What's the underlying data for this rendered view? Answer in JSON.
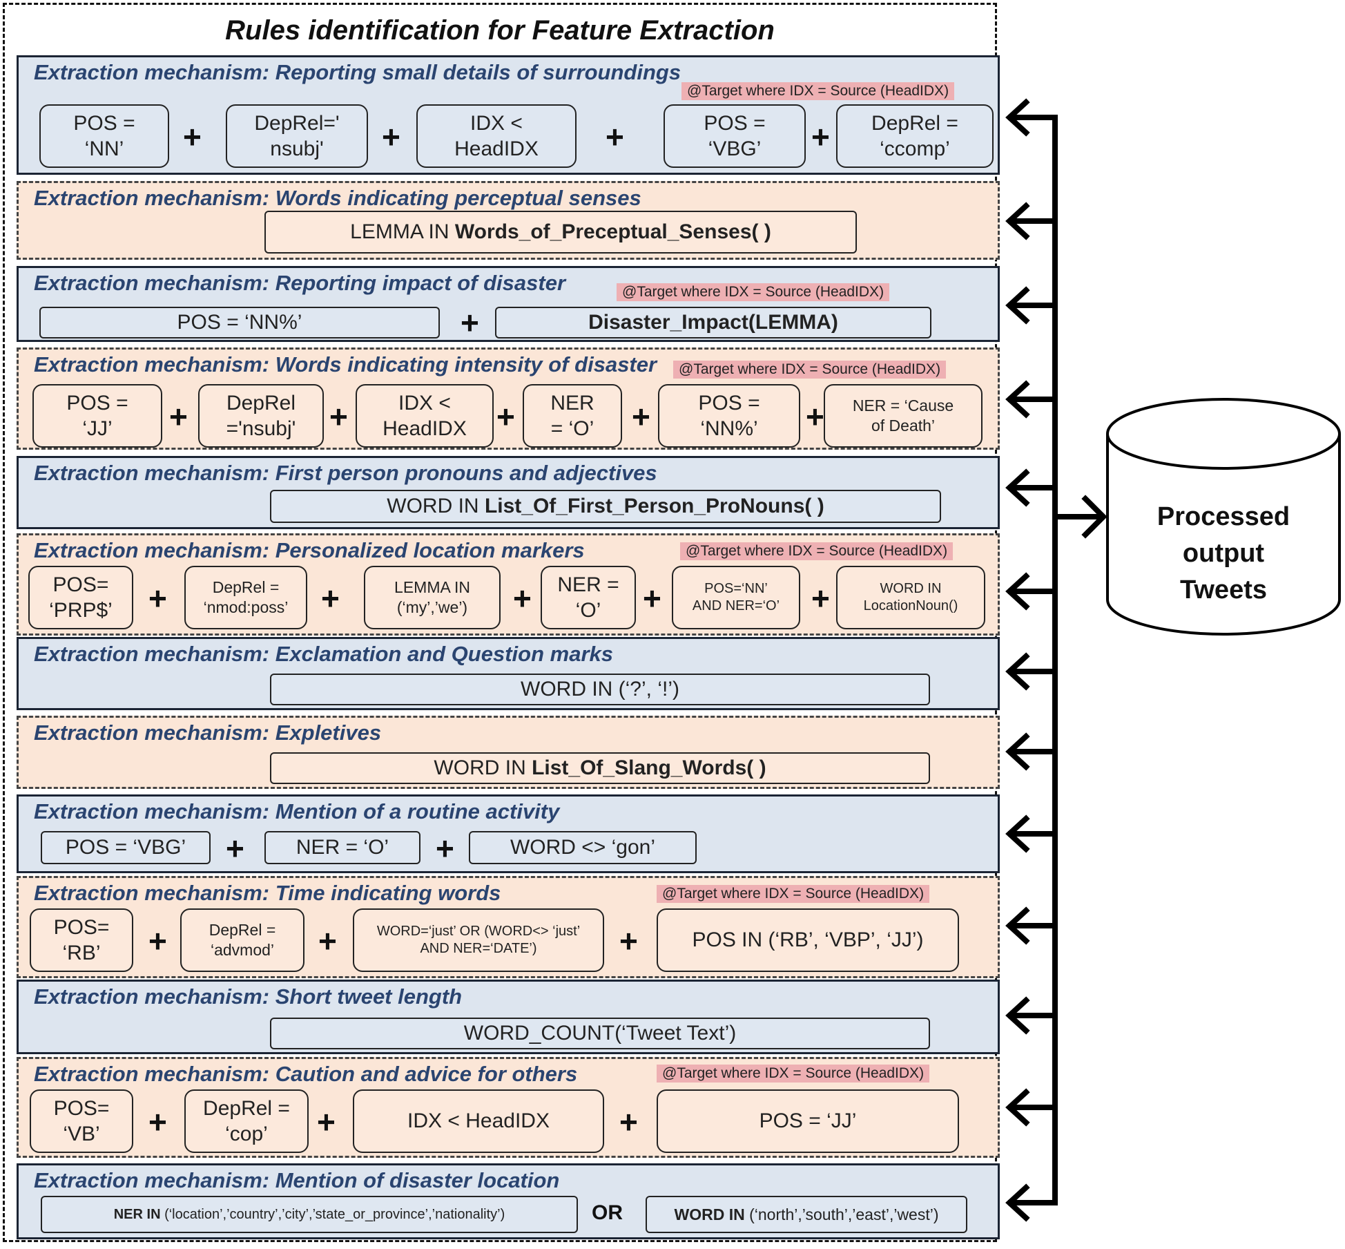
{
  "title": "Rules identification for Feature Extraction",
  "target_note": "@Target where IDX = Source (HeadIDX)",
  "output_store": {
    "label": "Processed output Tweets",
    "lines": [
      "Processed",
      "output",
      "Tweets"
    ]
  },
  "operator_plus": "+",
  "operator_or": "OR",
  "rules": [
    {
      "mechanism": "Extraction mechanism: Reporting small details of surroundings",
      "terms": [
        [
          "POS =",
          "‘NN’"
        ],
        [
          "DepRel='",
          "nsubj'"
        ],
        [
          "IDX <",
          "HeadIDX"
        ],
        [
          "POS =",
          "‘VBG’"
        ],
        [
          "DepRel =",
          "‘ccomp’"
        ]
      ]
    },
    {
      "mechanism": "Extraction mechanism: Words indicating perceptual senses",
      "expr": {
        "prefix": "LEMMA IN ",
        "bold": "Words_of_Preceptual_Senses(  )"
      }
    },
    {
      "mechanism": "Extraction mechanism: Reporting impact of disaster",
      "terms": [
        [
          "POS = ‘NN%’"
        ],
        [
          "Disaster_Impact(LEMMA)"
        ]
      ]
    },
    {
      "mechanism": "Extraction mechanism: Words indicating intensity of disaster",
      "terms": [
        [
          "POS =",
          "‘JJ’"
        ],
        [
          "DepRel",
          "='nsubj'"
        ],
        [
          "IDX <",
          "HeadIDX"
        ],
        [
          "NER",
          "= ‘O’"
        ],
        [
          "POS =",
          "‘NN%’"
        ],
        [
          "NER = ‘Cause",
          "of Death’"
        ]
      ]
    },
    {
      "mechanism": "Extraction mechanism: First person pronouns and adjectives",
      "expr": {
        "prefix": "WORD IN ",
        "bold": "List_Of_First_Person_ProNouns(  )"
      }
    },
    {
      "mechanism": "Extraction mechanism: Personalized location markers",
      "terms": [
        [
          "POS=",
          "‘PRP$’"
        ],
        [
          "DepRel =",
          "‘nmod:poss’"
        ],
        [
          "LEMMA  IN",
          "(‘my’,’we’)"
        ],
        [
          "NER =",
          "‘O’"
        ],
        [
          "POS=‘NN’",
          "AND NER=‘O’"
        ],
        [
          "WORD IN",
          "LocationNoun()"
        ]
      ]
    },
    {
      "mechanism": "Extraction mechanism: Exclamation and Question marks",
      "expr": {
        "prefix": "WORD IN (‘?’,  ‘!’)",
        "bold": ""
      }
    },
    {
      "mechanism": "Extraction mechanism: Expletives",
      "expr": {
        "prefix": "WORD IN ",
        "bold": "List_Of_Slang_Words(  )"
      }
    },
    {
      "mechanism": "Extraction mechanism: Mention of a routine activity",
      "terms": [
        [
          "POS = ‘VBG’"
        ],
        [
          "NER = ‘O’"
        ],
        [
          "WORD <> ‘gon’"
        ]
      ]
    },
    {
      "mechanism": "Extraction mechanism: Time indicating words",
      "terms": [
        [
          "POS=",
          "‘RB’"
        ],
        [
          "DepRel =",
          "‘advmod’"
        ],
        [
          "WORD=‘just’ OR (WORD<> ‘just’",
          "AND NER=‘DATE’)"
        ],
        [
          "POS IN (‘RB’, ‘VBP’, ‘JJ’)"
        ]
      ]
    },
    {
      "mechanism": "Extraction mechanism: Short tweet length",
      "expr": {
        "prefix": "WORD_COUNT(‘Tweet  Text’)",
        "bold": ""
      }
    },
    {
      "mechanism": "Extraction mechanism: Caution and advice for others",
      "terms": [
        [
          "POS=",
          "‘VB’"
        ],
        [
          "DepRel =",
          "‘cop’"
        ],
        [
          "IDX < HeadIDX"
        ],
        [
          "POS = ‘JJ’"
        ]
      ]
    },
    {
      "mechanism": "Extraction mechanism: Mention of disaster location",
      "terms": [
        {
          "bold": "NER IN ",
          "text": "(‘location’,’country’,’city’,’state_or_province’,’nationality’)"
        },
        {
          "bold": "WORD IN",
          "text": " (‘north’,’south’,’east’,’west’)"
        }
      ]
    }
  ]
}
